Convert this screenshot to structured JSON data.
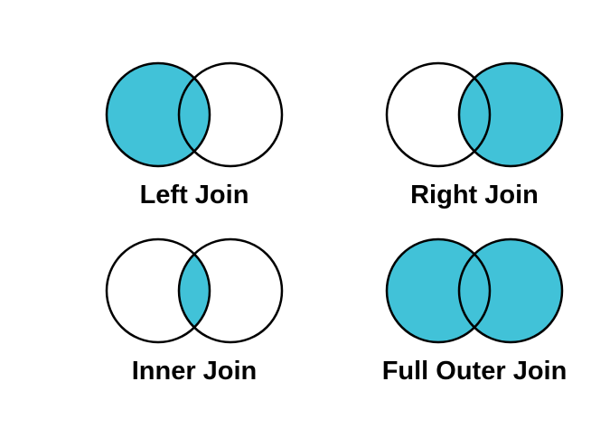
{
  "page": {
    "background_color": "#ffffff",
    "description": "Venn diagrams of SQL join types"
  },
  "colors": {
    "accent": "#41c2d8",
    "circle_stroke": "#000000",
    "circle_empty_fill": "#ffffff",
    "label_text": "#000000"
  },
  "diagrams": [
    {
      "id": "left-join",
      "label": "Left Join",
      "shaded_region": "left",
      "left_fill": "#41c2d8",
      "right_fill": "#ffffff",
      "intersection_fill": "#41c2d8"
    },
    {
      "id": "right-join",
      "label": "Right Join",
      "shaded_region": "right",
      "left_fill": "#ffffff",
      "right_fill": "#41c2d8",
      "intersection_fill": "#41c2d8"
    },
    {
      "id": "inner-join",
      "label": "Inner Join",
      "shaded_region": "intersection",
      "left_fill": "#ffffff",
      "right_fill": "#ffffff",
      "intersection_fill": "#41c2d8"
    },
    {
      "id": "full-outer-join",
      "label": "Full Outer Join",
      "shaded_region": "both",
      "left_fill": "#41c2d8",
      "right_fill": "#41c2d8",
      "intersection_fill": "#41c2d8"
    }
  ]
}
